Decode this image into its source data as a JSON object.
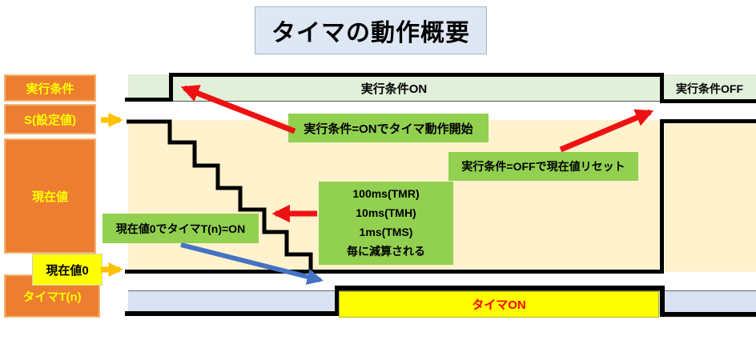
{
  "title": "タイマの動作概要",
  "sidebar": {
    "execution_condition": "実行条件",
    "set_value": "S(設定値)",
    "current_value": "現在値",
    "current_value_zero": "現在値0",
    "timer_t": "タイマT(n)"
  },
  "waveform": {
    "execution_on": "実行条件ON",
    "execution_off": "実行条件OFF",
    "timer_on": "タイマON"
  },
  "callouts": {
    "start": "実行条件=ONでタイマ動作開始",
    "reset": "実行条件=OFFで現在値リセット",
    "decrement": [
      "100ms(TMR)",
      "10ms(TMH)",
      "1ms(TMS)",
      "毎に減算される"
    ],
    "zero": "現在値0でタイマT(n)=ON"
  },
  "colors": {
    "orange_label": "#ED7D31",
    "label_text": "#FFFF00",
    "green_band": "#E2EFDA",
    "cream_area": "#FFF2CC",
    "blue_band": "#D9E2F3",
    "callout_green": "#92D050",
    "timer_on_fill": "#FFFF00",
    "timer_on_text": "#FF0000",
    "arrow_red": "#EE1111",
    "arrow_blue": "#4472C4",
    "arrow_orange": "#FFC000",
    "title_fill": "#DEE8F4"
  }
}
